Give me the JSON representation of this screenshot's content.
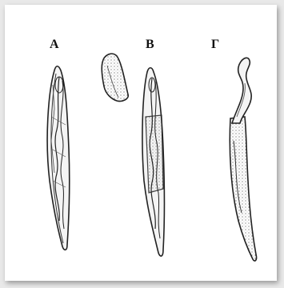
{
  "labels": {
    "a": "A",
    "b": "B",
    "g": "Γ"
  },
  "colors": {
    "ink": "#222222",
    "background": "#ffffff"
  }
}
